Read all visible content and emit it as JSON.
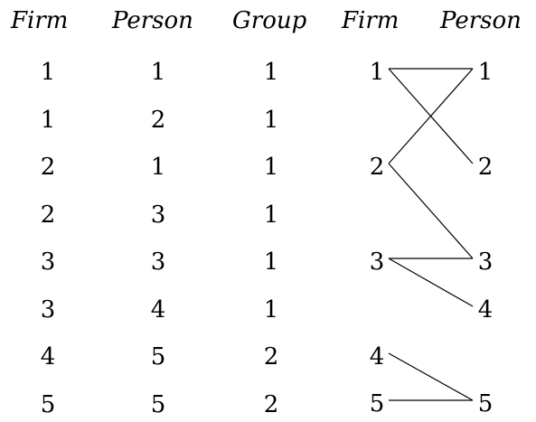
{
  "table": {
    "headers": [
      "Firm",
      "Person",
      "Group"
    ],
    "rows": [
      {
        "firm": "1",
        "person": "1",
        "group": "1"
      },
      {
        "firm": "1",
        "person": "2",
        "group": "1"
      },
      {
        "firm": "2",
        "person": "1",
        "group": "1"
      },
      {
        "firm": "2",
        "person": "3",
        "group": "1"
      },
      {
        "firm": "3",
        "person": "3",
        "group": "1"
      },
      {
        "firm": "3",
        "person": "4",
        "group": "1"
      },
      {
        "firm": "4",
        "person": "5",
        "group": "2"
      },
      {
        "firm": "5",
        "person": "5",
        "group": "2"
      }
    ]
  },
  "graph": {
    "firm_header": "Firm",
    "person_header": "Person",
    "firm_nodes": [
      "1",
      "2",
      "3",
      "4",
      "5"
    ],
    "person_nodes": [
      "1",
      "2",
      "3",
      "4",
      "5"
    ],
    "edges": [
      {
        "firm": "1",
        "person": "1"
      },
      {
        "firm": "1",
        "person": "2"
      },
      {
        "firm": "2",
        "person": "1"
      },
      {
        "firm": "2",
        "person": "3"
      },
      {
        "firm": "3",
        "person": "3"
      },
      {
        "firm": "3",
        "person": "4"
      },
      {
        "firm": "4",
        "person": "5"
      },
      {
        "firm": "5",
        "person": "5"
      }
    ]
  }
}
